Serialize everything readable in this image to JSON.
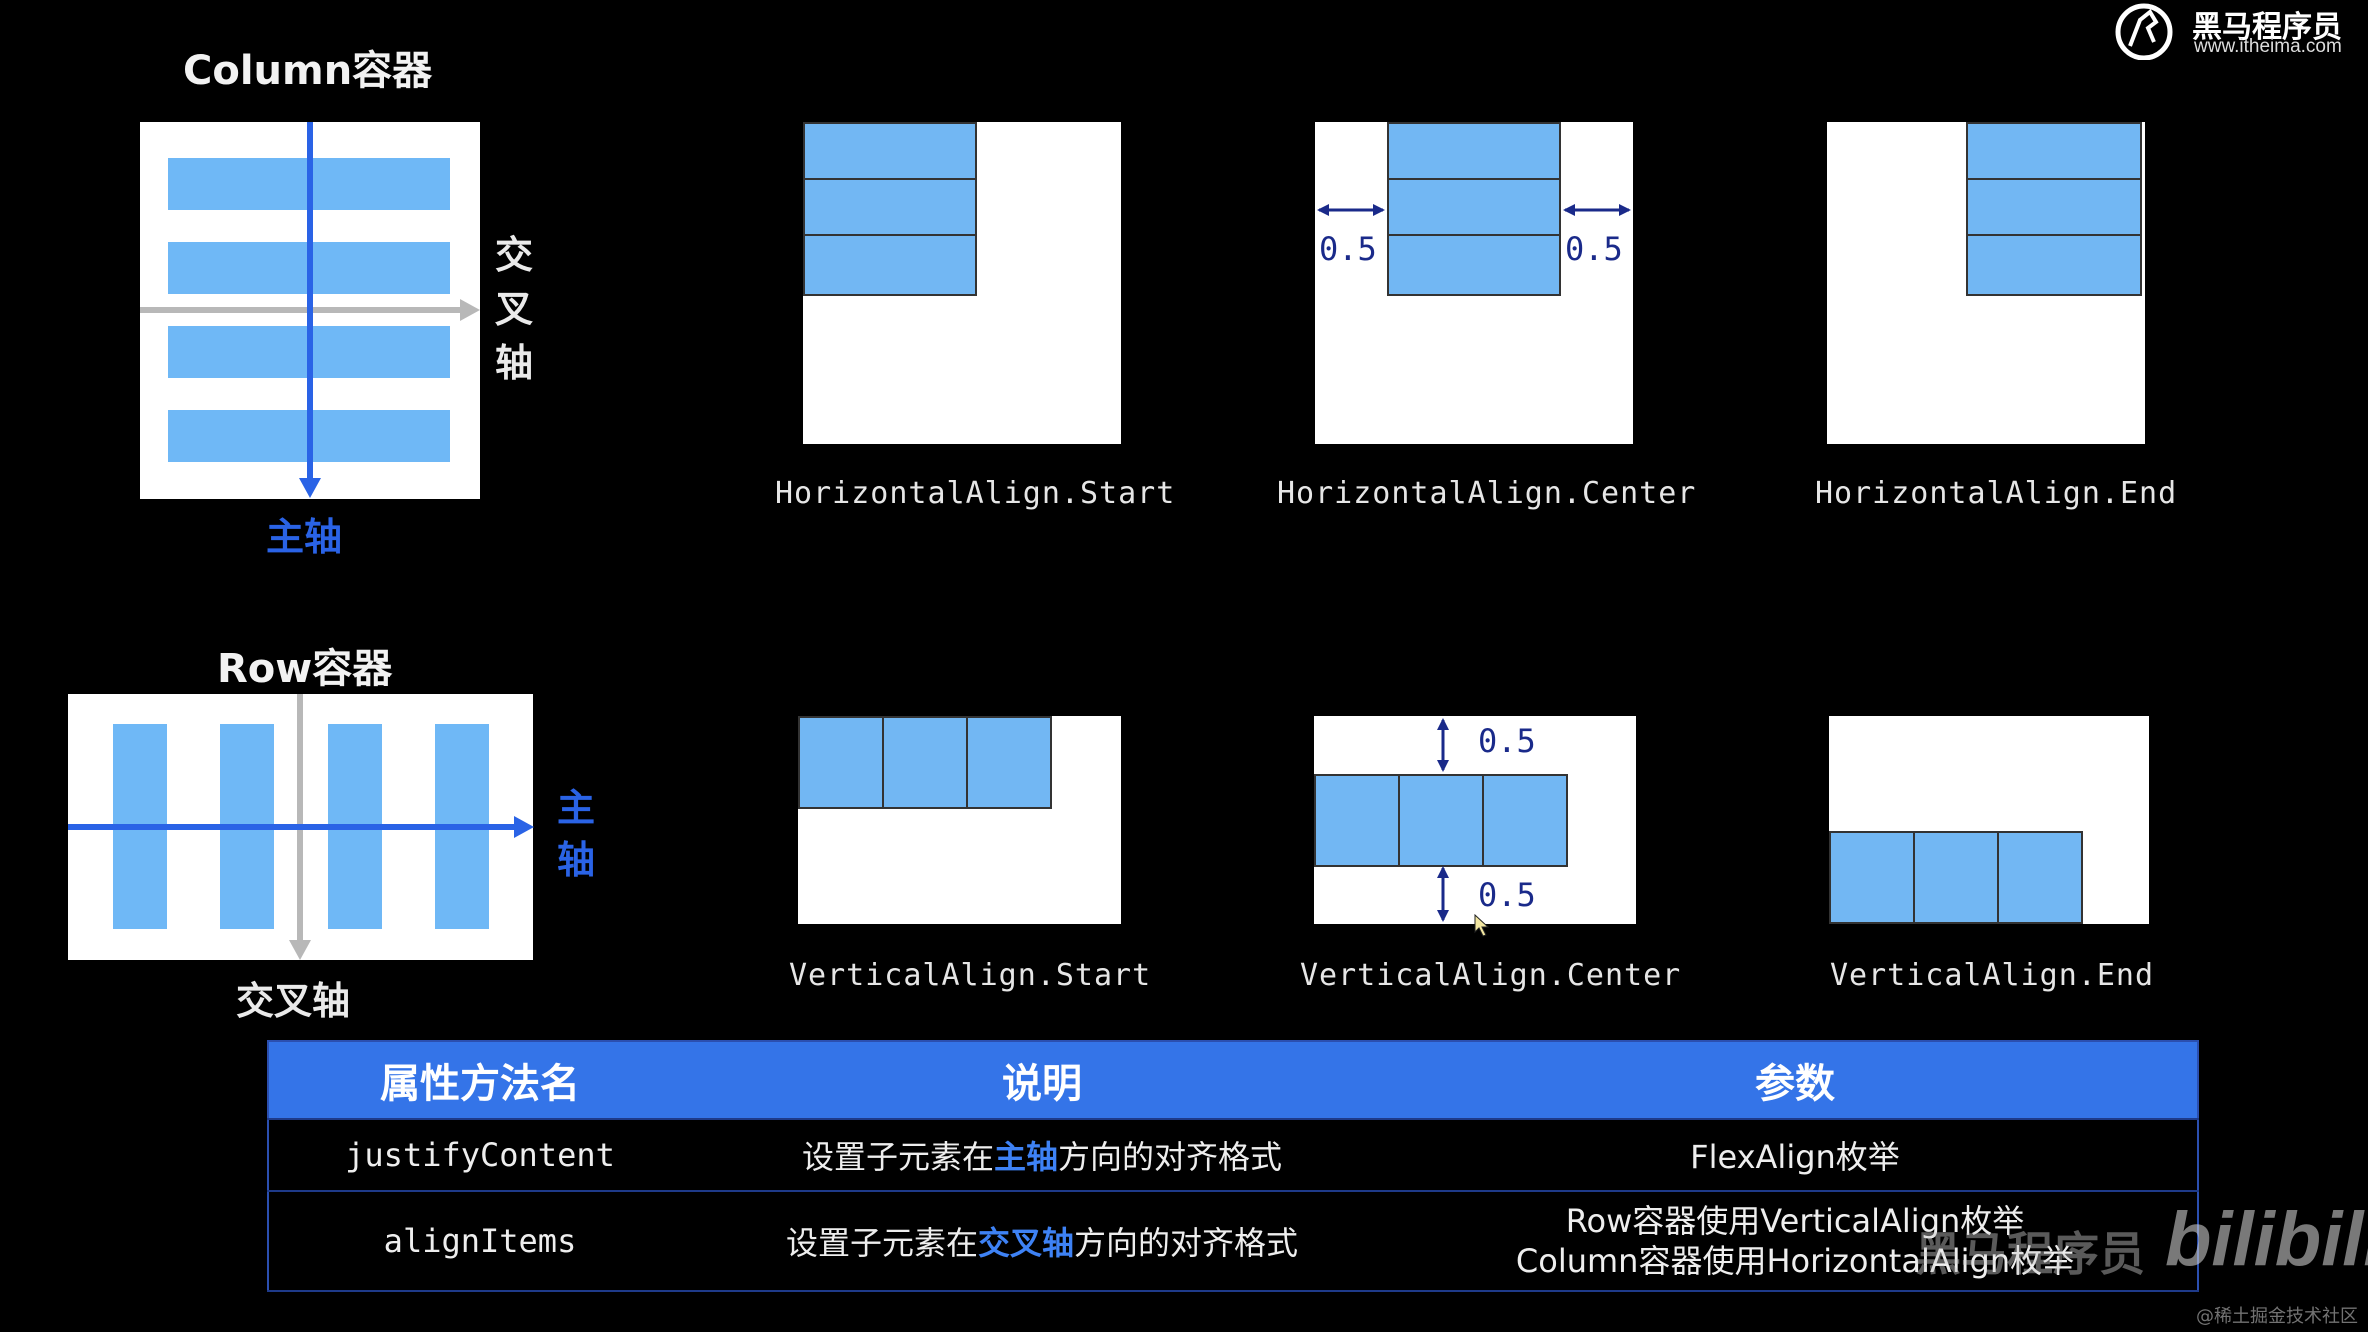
{
  "logo": {
    "brand": "黑马程序员",
    "url": "www.itheima.com"
  },
  "column": {
    "title": "Column容器",
    "cross_axis": [
      "交",
      "叉",
      "轴"
    ],
    "main_axis": "主轴"
  },
  "row": {
    "title": "Row容器",
    "main_axis": [
      "主",
      "轴"
    ],
    "cross_axis": "交叉轴"
  },
  "horizontal": {
    "start": "HorizontalAlign.Start",
    "center": "HorizontalAlign.Center",
    "end": "HorizontalAlign.End",
    "left_gap": "0.5",
    "right_gap": "0.5"
  },
  "vertical": {
    "start": "VerticalAlign.Start",
    "center": "VerticalAlign.Center",
    "end": "VerticalAlign.End",
    "top_gap": "0.5",
    "bottom_gap": "0.5"
  },
  "table": {
    "headers": [
      "属性方法名",
      "说明",
      "参数"
    ],
    "row1": {
      "name": "justifyContent",
      "desc_pre": "设置子元素在",
      "desc_hl": "主轴",
      "desc_post": "方向的对齐格式",
      "param": "FlexAlign枚举"
    },
    "row2": {
      "name": "alignItems",
      "desc_pre": "设置子元素在",
      "desc_hl": "交叉轴",
      "desc_post": "方向的对齐格式",
      "param_line1": "Row容器使用VerticalAlign枚举",
      "param_line2": "Column容器使用HorizontalAlign枚举"
    }
  },
  "watermark": {
    "brand": "黑马程序员",
    "site": "bilibili",
    "credit": "@稀土掘金技术社区"
  }
}
